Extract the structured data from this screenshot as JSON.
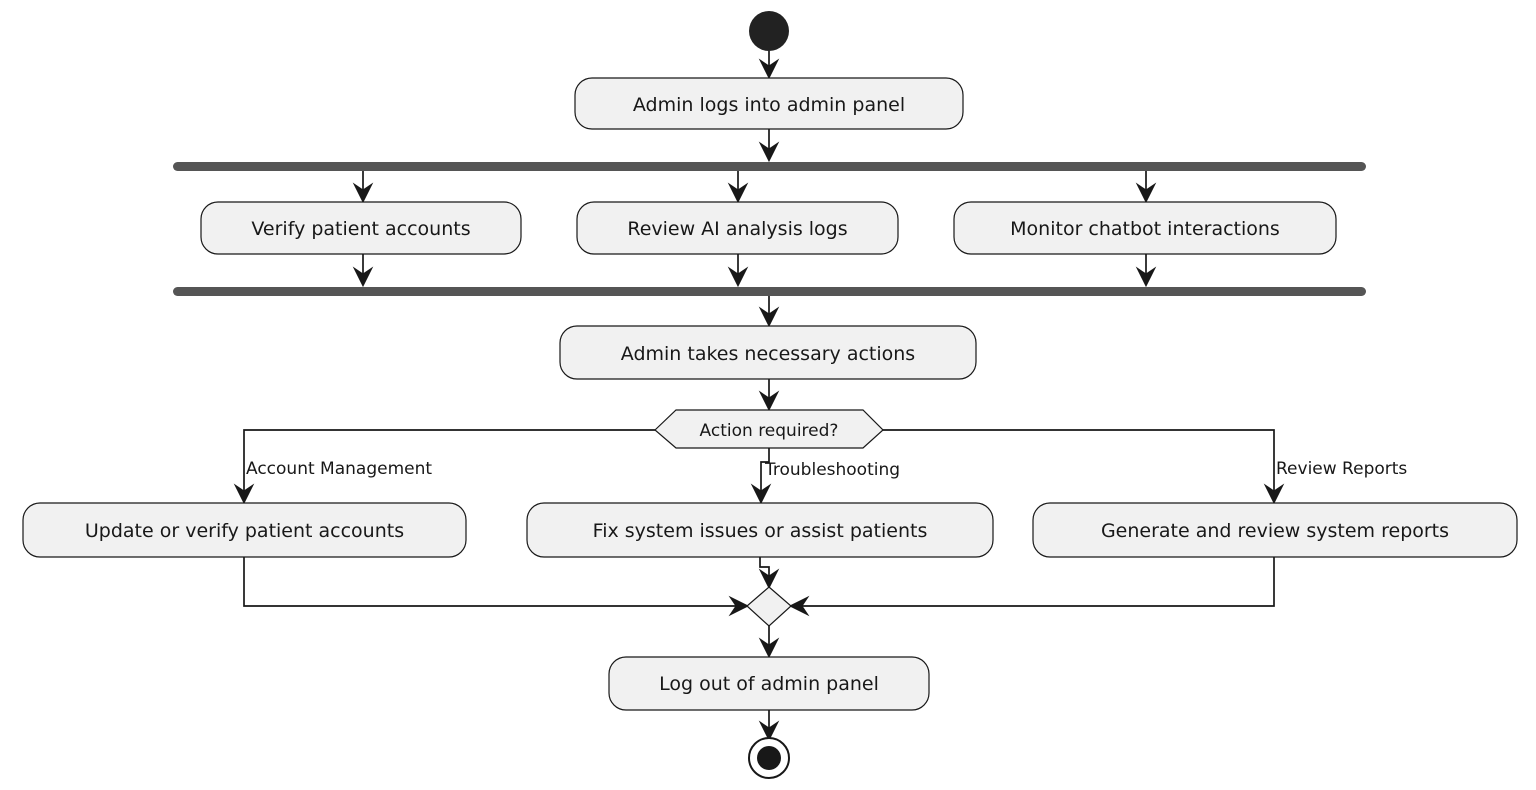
{
  "diagram": {
    "activities": {
      "login": "Admin logs into admin panel",
      "verify_accounts": "Verify patient accounts",
      "review_logs": "Review AI analysis logs",
      "monitor_chatbot": "Monitor chatbot interactions",
      "take_actions": "Admin takes necessary actions",
      "update_accounts": "Update or verify patient accounts",
      "fix_issues": "Fix system issues or assist patients",
      "generate_reports": "Generate and review system reports",
      "logout": "Log out of admin panel"
    },
    "decision": {
      "label": "Action required?"
    },
    "branches": {
      "account_management": "Account Management",
      "troubleshooting": "Troubleshooting",
      "review_reports": "Review Reports"
    },
    "colors": {
      "activity_fill": "#f1f1f1",
      "stroke": "#181818",
      "fork_bar": "#555555",
      "start_node": "#222222"
    }
  }
}
